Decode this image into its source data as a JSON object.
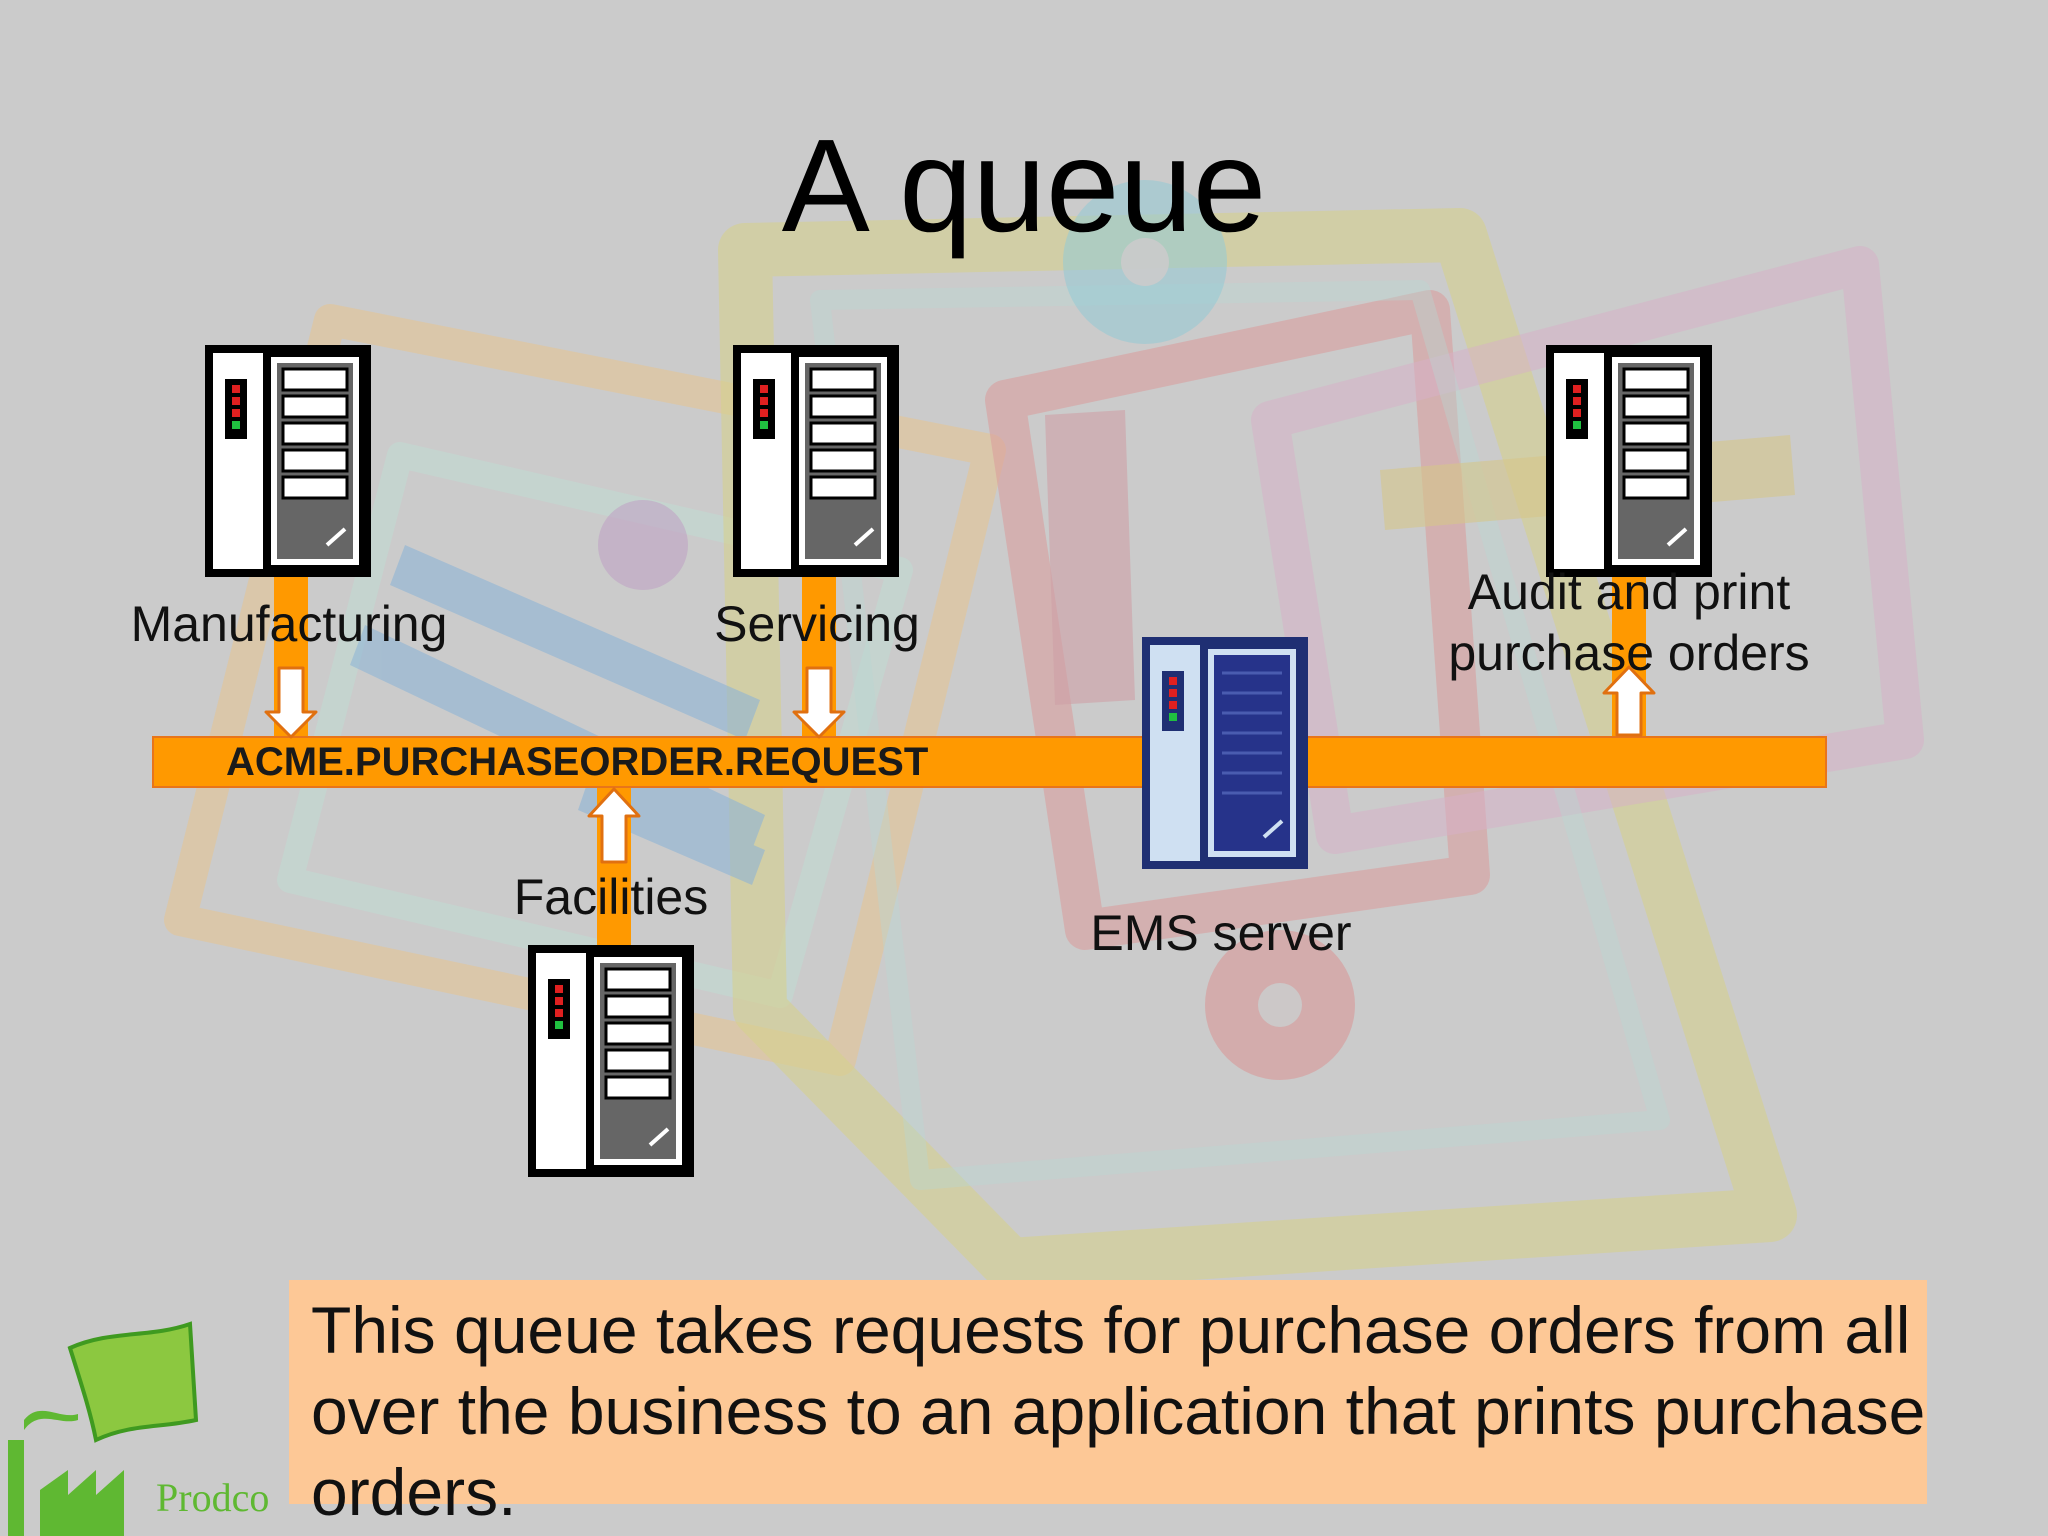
{
  "slide": {
    "title": "A queue",
    "queue_name": "ACME.PURCHASEORDER.REQUEST",
    "nodes": {
      "manufacturing": "Manufacturing",
      "servicing": "Servicing",
      "audit_line1": "Audit and print",
      "audit_line2": "purchase orders",
      "facilities": "Facilities",
      "ems_server": "EMS server"
    },
    "caption": "This queue takes requests for purchase orders from all over the business to an application that prints purchase orders.",
    "logo_text": "Prodco"
  },
  "icons": {
    "client": "server-tower-icon",
    "broker": "ems-server-icon",
    "logo": "factory-flag-icon"
  },
  "colors": {
    "background": "#cbcbcb",
    "queue_bar": "#ff9900",
    "arrow": "#ffffff",
    "callout": "#fdc896",
    "ems_server": "#1f2f73",
    "logo": "#5fb832"
  }
}
